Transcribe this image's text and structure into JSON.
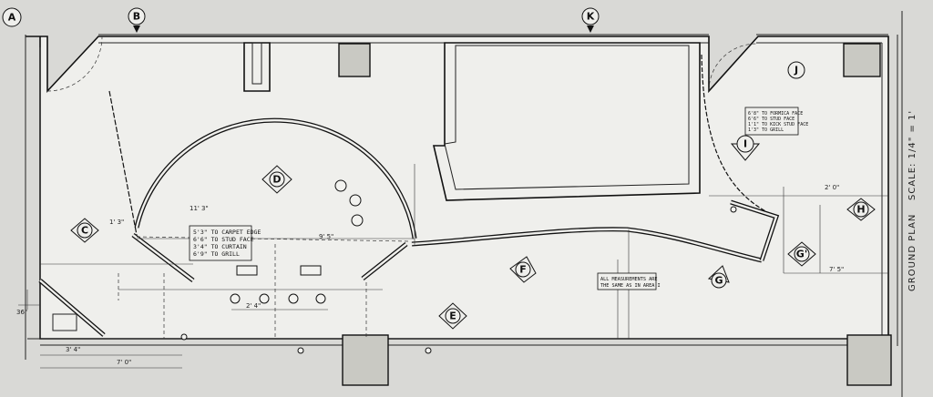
{
  "sheet": {
    "title": "GROUND PLAN",
    "scale": "SCALE: 1/4\" = 1'"
  },
  "markers": {
    "A": "A",
    "B": "B",
    "C": "C",
    "D": "D",
    "E": "E",
    "F": "F",
    "G": "G",
    "G2": "G'",
    "H": "H",
    "I": "I",
    "J": "J",
    "K": "K"
  },
  "notes": {
    "center": [
      "5'3\" TO CARPET EDGE",
      "6'6\" TO STUD FACE",
      "3'4\" TO CURTAIN",
      "6'9\" TO GRILL"
    ],
    "right": [
      "6'8\" TO FORMICA FACE",
      "6'6\" TO STUD FACE",
      "1'1\" TO KICK STUD FACE",
      "1'3\" TO GRILL"
    ],
    "bottom": [
      "ALL MEASUREMENTS ARE",
      "THE SAME AS IN AREA I"
    ]
  },
  "dims": {
    "d1": "11' 3\"",
    "d2": "2' 4\"",
    "d3": "9' 5\"",
    "d4": "1' 3\"",
    "d5": "7' 5\"",
    "d6": "2' 0\"",
    "d7": "3' 4\"",
    "d8": "7' 0\"",
    "d9": "36\""
  },
  "colors": {
    "paper": "#d9d9d6",
    "ink": "#111111",
    "floor": "#efefec"
  }
}
